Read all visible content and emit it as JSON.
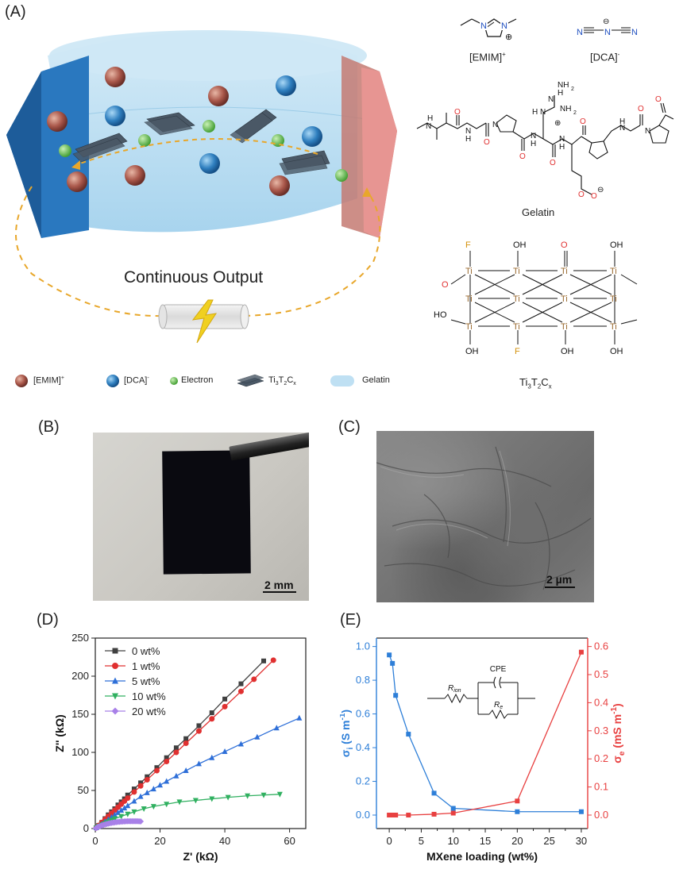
{
  "panels": {
    "a": "(A)",
    "b": "(B)",
    "c": "(C)",
    "d": "(D)",
    "e": "(E)"
  },
  "schematic": {
    "caption": "Continuous Output",
    "legend": {
      "emim": "[EMIM]",
      "emim_sup": "+",
      "dca": "[DCA]",
      "dca_sup": "-",
      "electron": "Electron",
      "mxene": {
        "base": "Ti",
        "s1": "3",
        "mid": "T",
        "s2": "2",
        "end": "C",
        "s3": "x"
      },
      "gelatin": "Gelatin"
    },
    "colors": {
      "emim_ball": "#b85a3c",
      "dca_ball": "#2e7fc4",
      "electron": "#6cc04a",
      "gelatin": "#bfe0f3",
      "left_electrode": "#1f6fb5",
      "right_electrode": "#e07d78",
      "wire": "#e8a72b"
    }
  },
  "chemistry": {
    "emim_label": "[EMIM]",
    "emim_sup": "+",
    "dca_label": "[DCA]",
    "dca_sup": "-",
    "gelatin_label": "Gelatin",
    "mxene_label": {
      "base": "Ti",
      "s1": "3",
      "mid": "T",
      "s2": "2",
      "end": "C",
      "s3": "x"
    },
    "atoms": {
      "n": "N",
      "h": "H",
      "o": "O",
      "ti": "Ti",
      "f": "F",
      "oh": "OH",
      "ho": "HO",
      "nh2": "NH",
      "nh2_sub": "2",
      "plus": "⊕",
      "minus": "⊖"
    }
  },
  "photos": {
    "b_scale": "2 mm",
    "c_scale": "2 µm"
  },
  "chart_data": [
    {
      "type": "line",
      "panel": "(D)",
      "xlabel": "Z' (kΩ)",
      "ylabel": "Z'' (kΩ)",
      "xlim": [
        0,
        65
      ],
      "ylim": [
        0,
        250
      ],
      "xticks": [
        0,
        20,
        40,
        60
      ],
      "yticks": [
        0,
        50,
        100,
        150,
        200,
        250
      ],
      "legend": "top-left",
      "series": [
        {
          "name": "0 wt%",
          "color": "#404040",
          "marker": "square",
          "x": [
            0.3,
            1,
            2,
            3,
            4,
            5,
            6,
            7,
            8,
            9,
            10,
            12,
            14,
            16,
            19,
            22,
            25,
            28,
            32,
            36,
            40,
            45,
            52
          ],
          "y": [
            1,
            4,
            8,
            13,
            18,
            22,
            26,
            31,
            35,
            39,
            44,
            52,
            60,
            68,
            80,
            93,
            106,
            118,
            135,
            152,
            170,
            190,
            220
          ]
        },
        {
          "name": "1 wt%",
          "color": "#e03030",
          "marker": "circle",
          "x": [
            0.3,
            1,
            2,
            3,
            4,
            5,
            6,
            7,
            8,
            9,
            10,
            12,
            14,
            16,
            19,
            22,
            25,
            28,
            32,
            36,
            40,
            45,
            49,
            55
          ],
          "y": [
            1,
            4,
            8,
            12,
            16,
            20,
            24,
            28,
            32,
            36,
            40,
            48,
            56,
            64,
            76,
            88,
            100,
            112,
            128,
            144,
            160,
            180,
            196,
            221
          ]
        },
        {
          "name": "5 wt%",
          "color": "#2e6fd8",
          "marker": "triangle-up",
          "x": [
            0.3,
            1,
            2,
            3,
            4,
            5,
            6,
            7,
            8,
            9,
            10,
            12,
            14,
            16,
            18,
            20,
            22,
            25,
            28,
            32,
            36,
            40,
            45,
            50,
            56,
            63
          ],
          "y": [
            1,
            3,
            6,
            9,
            12,
            15,
            18,
            21,
            24,
            27,
            30,
            36,
            42,
            47,
            52,
            57,
            62,
            69,
            76,
            85,
            93,
            101,
            111,
            120,
            132,
            145
          ]
        },
        {
          "name": "10 wt%",
          "color": "#30b060",
          "marker": "triangle-down",
          "x": [
            0.3,
            1,
            2,
            3,
            4,
            5,
            6,
            8,
            10,
            12,
            15,
            18,
            22,
            26,
            31,
            36,
            41,
            47,
            52,
            57
          ],
          "y": [
            1,
            3,
            5,
            7,
            9,
            11,
            13,
            16,
            19,
            22,
            26,
            29,
            32,
            35,
            37,
            39,
            41,
            43,
            44,
            45
          ]
        },
        {
          "name": "20 wt%",
          "color": "#a880e8",
          "marker": "diamond",
          "x": [
            0.2,
            0.6,
            1,
            1.5,
            2,
            2.5,
            3,
            3.5,
            4,
            4.5,
            5,
            5.5,
            6,
            6.5,
            7,
            7.5,
            8,
            8.5,
            9,
            9.5,
            10,
            10.5,
            11,
            11.5,
            12,
            12.5,
            13,
            13.5,
            14
          ],
          "y": [
            0.5,
            1.5,
            2.5,
            3.3,
            4.1,
            4.8,
            5.4,
            6,
            6.5,
            7,
            7.4,
            7.8,
            8.1,
            8.4,
            8.7,
            8.9,
            9.1,
            9.3,
            9.4,
            9.5,
            9.6,
            9.6,
            9.7,
            9.7,
            9.7,
            9.6,
            9.6,
            9.5,
            9.4
          ]
        }
      ]
    },
    {
      "type": "line",
      "panel": "(E)",
      "xlabel": "MXene loading (wt%)",
      "ylabel_left": {
        "base": "σ",
        "sub": "i",
        "rest": " (S m",
        "sup": "-1",
        "end": ")"
      },
      "ylabel_right": {
        "base": "σ",
        "sub": "e",
        "rest": " (mS m",
        "sup": "-1",
        "end": ")"
      },
      "xlim": [
        -2,
        31
      ],
      "xticks": [
        0,
        5,
        10,
        15,
        20,
        25,
        30
      ],
      "ylim_left": [
        -0.08,
        1.05
      ],
      "yticks_left": [
        "0.0",
        "0.2",
        "0.4",
        "0.6",
        "0.8",
        "1.0"
      ],
      "ylim_right": [
        -0.048,
        0.63
      ],
      "yticks_right": [
        "0.0",
        "0.1",
        "0.2",
        "0.3",
        "0.4",
        "0.5",
        "0.6"
      ],
      "series": [
        {
          "axis": "left",
          "color": "#2e7fd8",
          "marker": "square",
          "x": [
            0,
            0.5,
            1,
            3,
            7,
            10,
            20,
            30
          ],
          "y": [
            0.95,
            0.9,
            0.71,
            0.48,
            0.13,
            0.04,
            0.02,
            0.02
          ]
        },
        {
          "axis": "right",
          "color": "#e84040",
          "marker": "square",
          "x": [
            0,
            0.5,
            1,
            3,
            7,
            10,
            20,
            30
          ],
          "y": [
            0.0,
            0.0,
            0.0,
            0.0,
            0.003,
            0.007,
            0.05,
            0.58
          ]
        }
      ],
      "inset": {
        "cpe": "CPE",
        "r_ion": {
          "base": "R",
          "sub": "ion"
        },
        "r_e": {
          "base": "R",
          "sub": "e"
        }
      }
    }
  ]
}
